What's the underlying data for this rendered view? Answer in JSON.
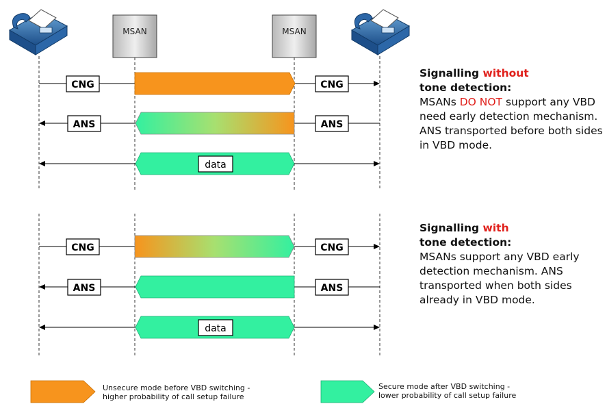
{
  "nodes": {
    "msan_left_label": "MSAN",
    "msan_right_label": "MSAN"
  },
  "section_without": {
    "signals": {
      "cng": "CNG",
      "ans": "ANS",
      "data": "data"
    },
    "title_prefix": "Signalling ",
    "title_highlight": "without",
    "title_suffix": "tone detection",
    "title_colon": ":",
    "desc_prefix": "MSANs ",
    "desc_highlight": "DO NOT",
    "desc_suffix": " support any VBD need early detection mechanism. ANS transported before both sides in VBD mode."
  },
  "section_with": {
    "signals": {
      "cng": "CNG",
      "ans": "ANS",
      "data": "data"
    },
    "title_prefix": "Signalling ",
    "title_highlight": "with",
    "title_suffix": "tone detection",
    "title_colon": ":",
    "desc": "MSANs support any VBD early detection mechanism. ANS transported when both sides already in VBD mode."
  },
  "legend": {
    "unsecure_line1": "Unsecure mode before VBD switching -",
    "unsecure_line2": "higher probability of call setup failure",
    "secure_line1": "Secure mode after VBD switching -",
    "secure_line2": "lower probability of call setup failure"
  },
  "colors": {
    "unsecure": "#f7941d",
    "secure": "#33f0a0",
    "highlight": "#e0201b"
  }
}
